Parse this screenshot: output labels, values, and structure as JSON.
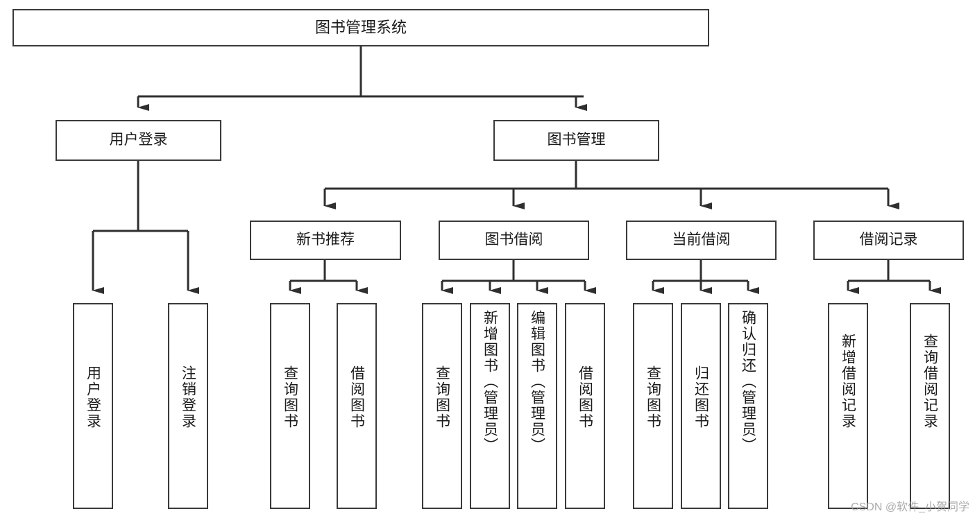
{
  "diagram": {
    "title_text": "图书管理系统",
    "type": "tree-hierarchy",
    "watermark": "CSDN @软件_小贺同学",
    "colors": {
      "background": "#ffffff",
      "box_border": "#3a3a3a",
      "box_fill": "#ffffff",
      "connector": "#2f2f2f",
      "text": "#1a1a1a",
      "watermark": "#9d9d9d"
    },
    "nodes": {
      "root": {
        "label": "图书管理系统"
      },
      "level2": [
        {
          "label": "用户登录"
        },
        {
          "label": "图书管理"
        }
      ],
      "level3": [
        {
          "label": "新书推荐"
        },
        {
          "label": "图书借阅"
        },
        {
          "label": "当前借阅"
        },
        {
          "label": "借阅记录"
        }
      ],
      "leaves": {
        "user_login": [
          {
            "label": "用户登录"
          },
          {
            "label": "注销登录"
          }
        ],
        "new_book_recommend": [
          {
            "label": "查询图书"
          },
          {
            "label": "借阅图书"
          }
        ],
        "book_borrow": [
          {
            "label": "查询图书"
          },
          {
            "label": "新增图书（管理员）"
          },
          {
            "label": "编辑图书（管理员）"
          },
          {
            "label": "借阅图书"
          }
        ],
        "current_borrow": [
          {
            "label": "查询图书"
          },
          {
            "label": "归还图书"
          },
          {
            "label": "确认归还（管理员）"
          }
        ],
        "borrow_record": [
          {
            "label": "新增借阅记录"
          },
          {
            "label": "查询借阅记录"
          }
        ]
      }
    }
  }
}
